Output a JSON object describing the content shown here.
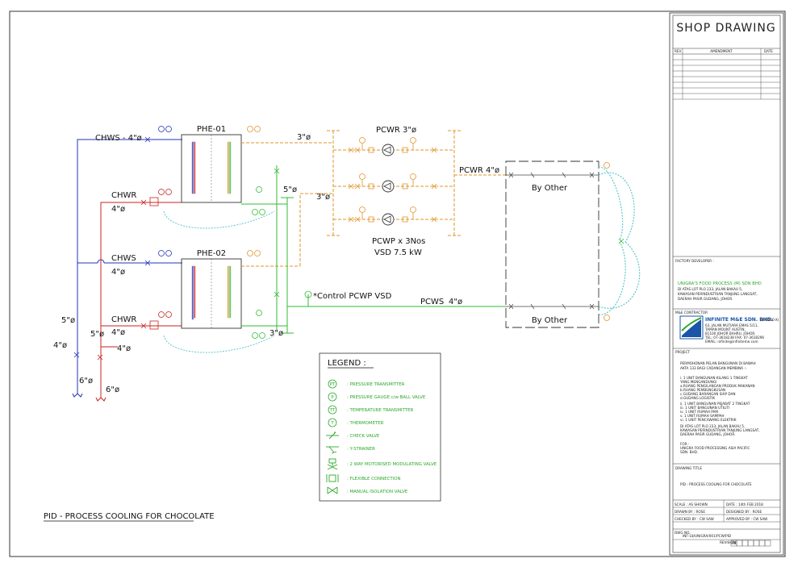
{
  "title_block": {
    "title": "SHOP DRAWING",
    "rev_header": {
      "rev": "REV.",
      "amendment": "AMENDMENT",
      "date": "DATE"
    },
    "factory_developer_label": "FACTORY DEVELOPER :",
    "developer_name": "UNIGRA'S FOOD PROCESS (M) SDN BHD",
    "developer_address": [
      "DI ATAS LOT PLO 233, JALAN BAKAU 5,",
      "KAWASAN PERINDUSTRIAN TANJUNG LANGSAT,",
      "DAERAH PASIR GUDANG, JOHOR."
    ],
    "mne_label": "M&E CONTRACTOR",
    "contractor_name": "INFINITE M&E SDN. BHD.",
    "contractor_reg": "(000000-X)",
    "contractor_address": [
      "63, JALAN MUTIARA EMAS 5/11,",
      "TAMAN MOUNT AUSTIN,",
      "81100 JOHOR BAHRU, JOHOR.",
      "TEL: 07-3618238   FAX: 07-3618296",
      "EMAIL: infinite@infiniteme.com"
    ],
    "project_label": "PROJECT",
    "project_lines": [
      "PERMOHONAN PELAN BANGUNAN DI BAWAH",
      "AKTA 133 BAGI CADANGAN MEMBINA :-",
      "",
      "i. 1 UNIT BANGUNAN KILANG 1 TINGKAT",
      "   YANG MENGANDUNGI",
      "   a.RUANG PENGILANGAN PRODUK MAKANAN",
      "   b.RUANG PEMBUNGKUSAN",
      "   c.GUDANG BARANGAN SIAP DAN",
      "   d.GUDANG LOGISTIK",
      "ii. 1 UNIT BANGUNAN PEJABAT 2 TINGKAT",
      "iii. 1 UNIT BANGUNAN UTILITI",
      "iv. 1 UNIT RUMAH PAM",
      "v. 1 UNIT RUMAH SAMPAH",
      "vi. 1 UNIT PENCAWANG ELEKTRIK",
      "DI ATAS LOT PLO 233, JALAN BAKAU 5,",
      "KAWASAN PERINDUSTRIAN TANJUNG LANGSAT,",
      "DAERAH PASIR GUDANG, JOHOR.",
      "",
      "FOR :",
      "UNIGRA FOOD PROCESSING ASIA PACIFIC",
      "SDN. BHD."
    ],
    "drawing_title_label": "DRAWING TITLE",
    "drawing_title": "PID - PROCESS COOLING FOR CHOCOLATE",
    "scale": "SCALE : AS SHOWN",
    "date": "DATE : 14th FEB 2018",
    "drawn_by": "DRAWN BY : ROSE",
    "designed_by": "DESIGNED BY : ROSE",
    "checked_by": "CHECKED BY : CW SAW",
    "approved_by": "APPROVED BY : CW SAW",
    "dwg_no_label": "DWG NO.",
    "dwg_no": "INF-18/UNIGRA/001/PCW/PID",
    "revision_label": "REVISION",
    "revision_value": "00"
  },
  "diagram": {
    "caption": "PID - PROCESS COOLING FOR CHOCOLATE",
    "phe1": "PHE-01",
    "phe2": "PHE-02",
    "chws_top": "CHWS - 4\"ø",
    "chwr1": "CHWR",
    "chwr1_size": "4\"ø",
    "chws2": "CHWS",
    "chws2_size": "4\"ø",
    "chwr2": "CHWR",
    "chwr2_size": "4\"ø",
    "left_5a": "5\"ø",
    "left_5b": "5\"ø",
    "left_4a": "4\"ø",
    "left_4b": "4\"ø",
    "left_6a": "6\"ø",
    "left_6b": "6\"ø",
    "size_3a": "3\"ø",
    "size_5": "5\"ø",
    "size_3b": "3\"ø",
    "size_3c": "3\"ø",
    "pcwr_header": "PCWR 3\"ø",
    "pcwr_main": "PCWR 4\"ø",
    "pump_caption": "PCWP x 3Nos",
    "pump_vsd": "VSD 7.5 kW",
    "control_note": "*Control PCWP VSD",
    "pcws": "PCWS",
    "pcws_size": "4\"ø",
    "by_other_1": "By Other",
    "by_other_2": "By Other",
    "tag_p": "P",
    "tag_t": "T",
    "tag_pt": "PT",
    "tag_tt": "TT",
    "tag_m": "M"
  },
  "legend": {
    "title": "LEGEND :",
    "items": [
      {
        "symbol": "PT",
        "text": ": PRESSURE TRANSMITTER"
      },
      {
        "symbol": "P",
        "text": ": PRESSURE GAUGE c/w BALL VALVE"
      },
      {
        "symbol": "TT",
        "text": ": TEMPERATURE TRANSMITTER"
      },
      {
        "symbol": "T",
        "text": ": THERMOMETER"
      },
      {
        "symbol": "",
        "text": ": CHECK VALVE"
      },
      {
        "symbol": "",
        "text": ": Y-STRAINER"
      },
      {
        "symbol": "",
        "text": ": 2 WAY MOTORISED MODULATING VALVE"
      },
      {
        "symbol": "",
        "text": ": FLEXIBLE CONNECTION"
      },
      {
        "symbol": "",
        "text": ": MANUAL ISOLATION VALVE"
      }
    ]
  },
  "colors": {
    "chilled_supply": "#2233bb",
    "chilled_return": "#cc2222",
    "process_supply": "#33bb33",
    "process_return": "#e2942a",
    "flexible": "#5ec8cf",
    "legend_green": "#2ba82b"
  }
}
